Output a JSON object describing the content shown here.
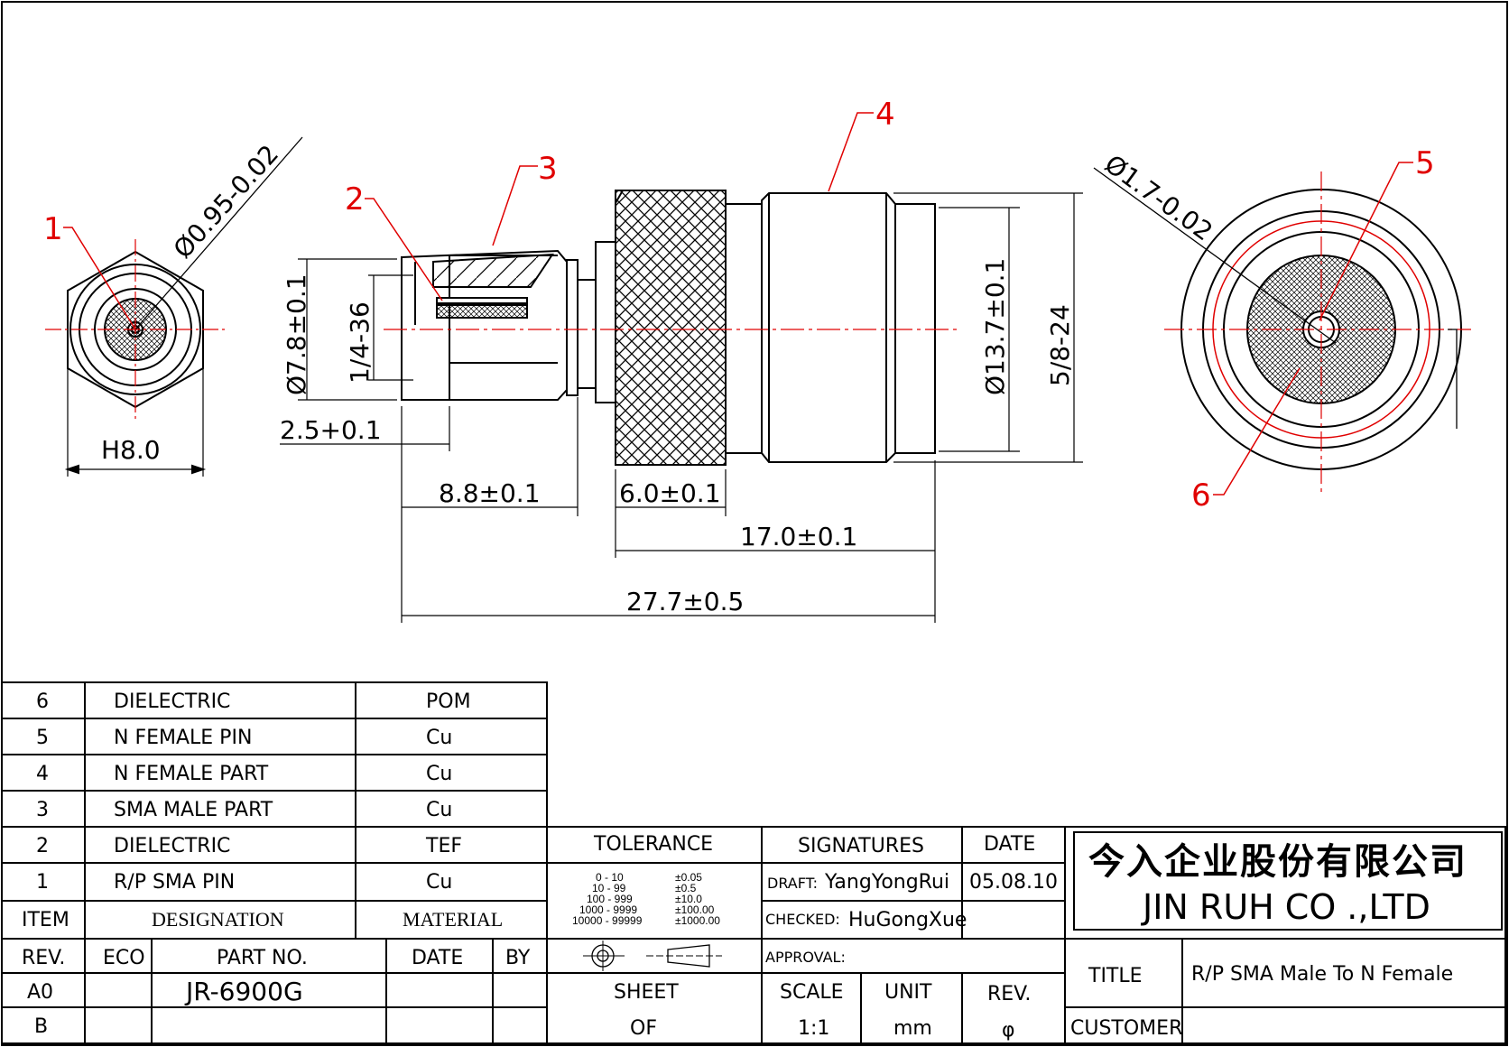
{
  "drawing": {
    "balloons": [
      "1",
      "2",
      "3",
      "4",
      "5",
      "6"
    ],
    "dimensions": {
      "pin_dia": "Ø0.95-0.02",
      "hex": "H8.0",
      "body_dia": "Ø7.8±0.1",
      "thread_sma": "1/4-36",
      "d_2_5": "2.5+0.1",
      "d_8_8": "8.8±0.1",
      "d_6_0": "6.0±0.1",
      "d_17_0": "17.0±0.1",
      "d_27_7": "27.7±0.5",
      "body_dia_n": "Ø13.7±0.1",
      "thread_n": "5/8-24",
      "pin_dia_n": "Ø1.7-0.02"
    }
  },
  "bom": {
    "rows": [
      {
        "item": "6",
        "designation": "DIELECTRIC",
        "material": "POM"
      },
      {
        "item": "5",
        "designation": "N  FEMALE  PIN",
        "material": "Cu"
      },
      {
        "item": "4",
        "designation": "N  FEMALE  PART",
        "material": "Cu"
      },
      {
        "item": "3",
        "designation": "SMA  MALE  PART",
        "material": "Cu"
      },
      {
        "item": "2",
        "designation": "DIELECTRIC",
        "material": "TEF"
      },
      {
        "item": "1",
        "designation": "R/P  SMA  PIN",
        "material": "Cu"
      }
    ],
    "header": {
      "item": "ITEM",
      "designation": "DESIGNATION",
      "material": "MATERIAL"
    }
  },
  "revision": {
    "headers": {
      "rev": "REV.",
      "eco": "ECO",
      "part_no": "PART NO.",
      "date": "DATE",
      "by": "BY"
    },
    "rows": [
      {
        "rev": "A0",
        "part_no": "JR-6900G"
      },
      {
        "rev": "B",
        "part_no": ""
      }
    ]
  },
  "tolerance": {
    "title": "TOLERANCE",
    "ranges": [
      "0  -  10",
      "10  -  99",
      "100  -  999",
      "1000  -  9999",
      "10000  -  99999"
    ],
    "values": [
      "±0.05",
      "±0.5",
      "±10.0",
      "±100.00",
      "±1000.00"
    ]
  },
  "signatures": {
    "title": "SIGNATURES",
    "date_header": "DATE",
    "draft_label": "DRAFT:",
    "draft_name": "YangYongRui",
    "draft_date": "05.08.10",
    "checked_label": "CHECKED:",
    "checked_name": "HuGongXue",
    "approval_label": "APPROVAL:"
  },
  "sheet": {
    "sheet": "SHEET",
    "of": "OF"
  },
  "scale": {
    "label": "SCALE",
    "value": "1:1"
  },
  "unit": {
    "label": "UNIT",
    "value": "mm"
  },
  "rev_box": {
    "label": "REV.",
    "value": "φ"
  },
  "company": {
    "chinese": "今入企业股份有限公司",
    "english": "JIN   RUH   CO .,LTD"
  },
  "title_block": {
    "title_label": "TITLE",
    "title_value": "R/P  SMA  Male  To  N  Female",
    "customer_label": "CUSTOMER"
  },
  "colors": {
    "accent": "#e00000",
    "line": "#000000"
  }
}
